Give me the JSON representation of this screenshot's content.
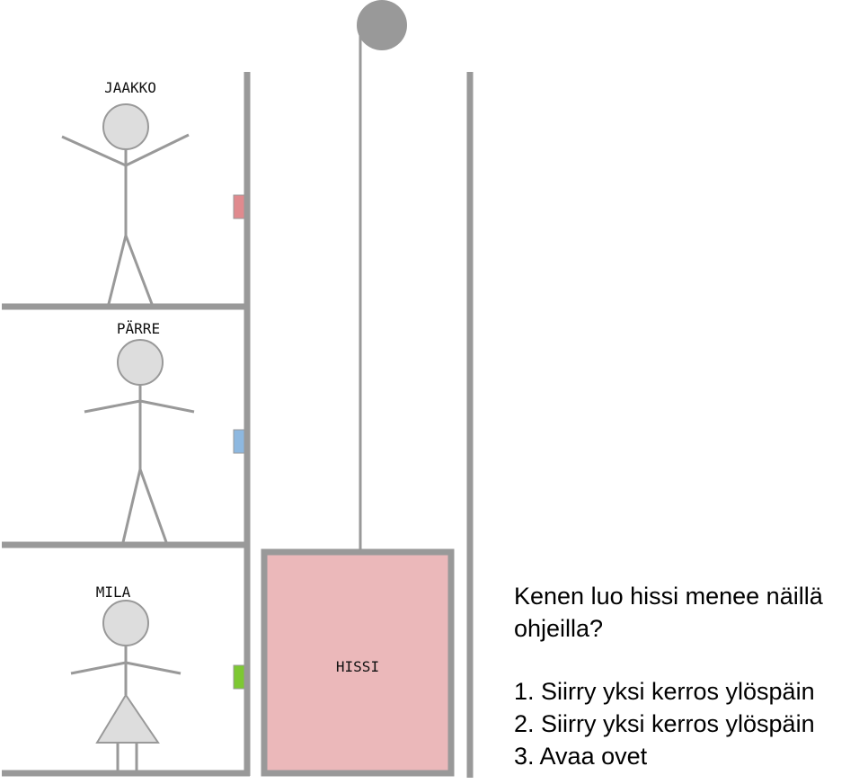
{
  "people": [
    {
      "name": "JAAKKO"
    },
    {
      "name": "PÄRRE"
    },
    {
      "name": "MILA"
    }
  ],
  "elevator": {
    "label": "HISSI",
    "color": "#EBB8BA",
    "frame_color": "#999999"
  },
  "call_buttons": [
    {
      "color": "#E08A8E"
    },
    {
      "color": "#8DB8E0"
    },
    {
      "color": "#7DC832"
    }
  ],
  "question": {
    "line1": "Kenen luo hissi menee näillä",
    "line2": "ohjeilla?",
    "steps": [
      "1. Siirry yksi kerros ylöspäin",
      "2. Siirry yksi kerros ylöspäin",
      "3. Avaa ovet"
    ]
  }
}
